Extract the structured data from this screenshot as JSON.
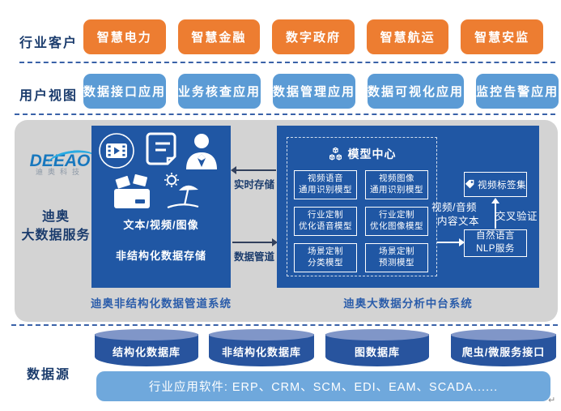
{
  "colors": {
    "orange": "#ED7D31",
    "blue_button": "#5B9BD5",
    "box_blue": "#2057A4",
    "panel_gray": "#D3D3D3",
    "navy_text": "#1B3C6D",
    "caption_blue": "#2A5CAA",
    "bar_blue": "#6FA8DC",
    "cylinder_body": "#28549E",
    "cylinder_top": "#8096C8",
    "dashed_line": "#3A62A8"
  },
  "industry_row": {
    "label": "行业客户",
    "items": [
      "智慧电力",
      "智慧金融",
      "数字政府",
      "智慧航运",
      "智慧安监"
    ]
  },
  "user_view_row": {
    "label": "用户视图",
    "items": [
      "数据接口应用",
      "业务核查应用",
      "数据管理应用",
      "数据可视化应用",
      "监控告警应用"
    ]
  },
  "platform": {
    "logo_brand": "DEEAO",
    "logo_sub": "迪奥科技",
    "side_label_line1": "迪奥",
    "side_label_line2": "大数据服务",
    "storage": {
      "icons": [
        "film-icon",
        "document-icon",
        "person-icon",
        "media-box-icon",
        "beach-umbrella-icon"
      ],
      "media_line": "文本/视频/图像",
      "storage_line": "非结构化数据存储",
      "caption": "迪奥非结构化数据管道系统"
    },
    "flow_realtime": "实时存储",
    "flow_pipeline": "数据管道",
    "analysis": {
      "caption": "迪奥大数据分析中台系统",
      "model_center_title": "模型中心",
      "model_center_icon": "cubes-icon",
      "models": [
        {
          "line1": "视频语音",
          "line2": "通用识别模型"
        },
        {
          "line1": "视频图像",
          "line2": "通用识别模型"
        },
        {
          "line1": "行业定制",
          "line2": "优化语音模型"
        },
        {
          "line1": "行业定制",
          "line2": "优化图像模型"
        },
        {
          "line1": "场景定制",
          "line2": "分类模型"
        },
        {
          "line1": "场景定制",
          "line2": "预测模型"
        }
      ],
      "video_tag_set": "视频标签集",
      "video_tag_icon": "tag-icon",
      "cross_validation": "交叉验证",
      "content_line1": "视频/音频",
      "content_line2": "内容文本",
      "nlp_line1": "自然语言",
      "nlp_line2": "NLP服务"
    }
  },
  "data_source": {
    "label": "数据源",
    "cylinders": [
      "结构化数据库",
      "非结构化数据库",
      "图数据库",
      "爬虫/微服务接口"
    ],
    "apps_bar": "行业应用软件: ERP、CRM、SCM、EDI、EAM、SCADA......"
  },
  "artifact": "↵"
}
